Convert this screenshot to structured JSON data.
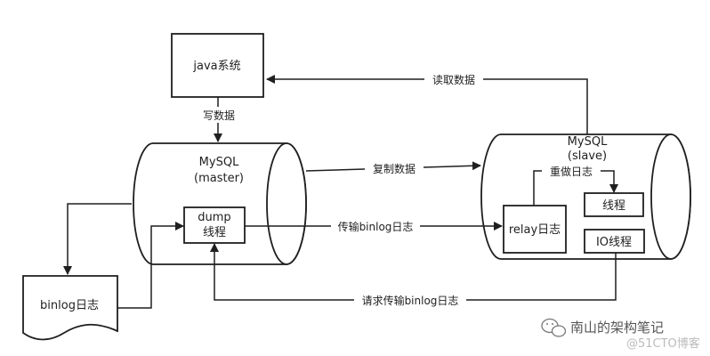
{
  "nodes": {
    "java_system": "java系统",
    "master_title": "MySQL",
    "master_subtitle": "(master)",
    "slave_title": "MySQL",
    "slave_subtitle": "(slave)",
    "dump_line1": "dump",
    "dump_line2": "线程",
    "relay_log": "relay日志",
    "sql_thread": "线程",
    "io_thread": "IO线程",
    "binlog": "binlog日志"
  },
  "edges": {
    "write_data": "写数据",
    "read_data": "读取数据",
    "replicate_data": "复制数据",
    "transfer_binlog": "传输binlog日志",
    "request_binlog": "请求传输binlog日志",
    "redo_log": "重做日志"
  },
  "watermark": {
    "main": "南山的架构笔记",
    "sub": "@51CTO博客"
  }
}
